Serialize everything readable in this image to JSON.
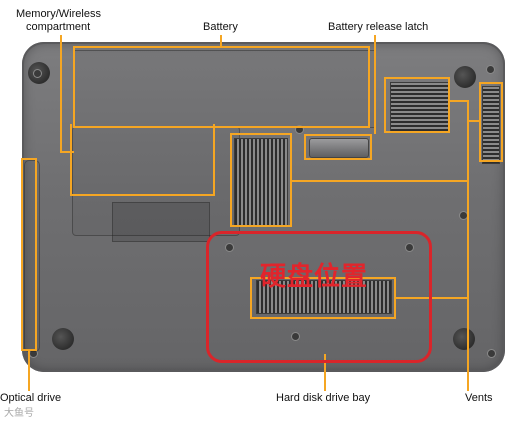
{
  "labels": {
    "memory_wireless_line1": "Memory/Wireless",
    "memory_wireless_line2": "compartment",
    "battery": "Battery",
    "battery_release_latch": "Battery release latch",
    "optical_drive": "Optical drive",
    "hard_disk_drive_bay": "Hard disk drive bay",
    "vents": "Vents"
  },
  "annotation_cn": "硬盘位置",
  "watermark": "大鱼号",
  "colors": {
    "callout": "#f5a623",
    "highlight": "#d9252a",
    "chassis": "#707072"
  }
}
